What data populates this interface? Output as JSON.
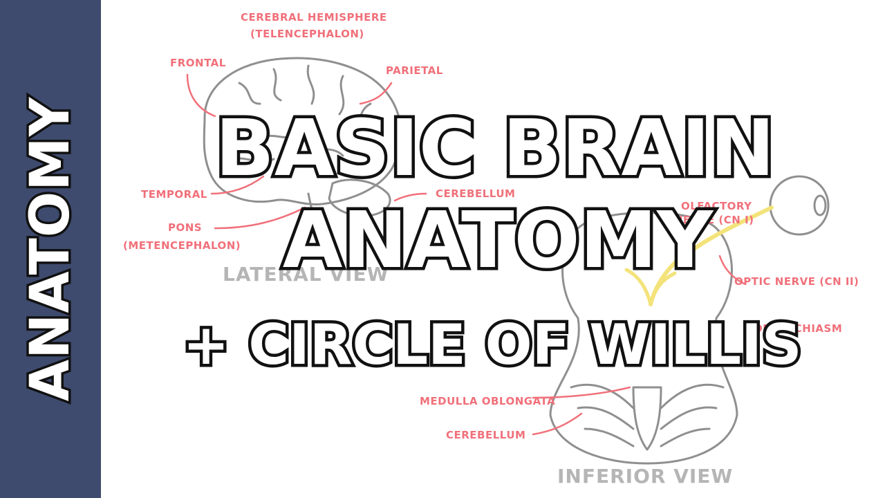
{
  "sidebar": {
    "label": "ANATOMY"
  },
  "title": {
    "line1": "BASIC BRAIN",
    "line2": "ANATOMY",
    "line3": "+ CIRCLE OF WILLIS"
  },
  "annotations": {
    "cerebral_hemisphere": "CEREBRAL HEMISPHERE",
    "telencephalon": "(TELENCEPHALON)",
    "frontal": "FRONTAL",
    "parietal": "PARIETAL",
    "temporal": "TEMPORAL",
    "cerebellum_lateral": "CEREBELLUM",
    "pons": "PONS",
    "metencephalon": "(METENCEPHALON)",
    "olfactory_partial": "OLFACTORY",
    "olfactory_nerve_partial": "NERVE (CN I)",
    "optic_nerve": "OPTIC NERVE (CN II)",
    "optic_chiasm_partial": "OPTIC CHIASM",
    "medulla": "MEDULLA OBLONGATA",
    "cerebellum_inferior": "CEREBELLUM"
  },
  "views": {
    "lateral": "LATERAL VIEW",
    "inferior": "INFERIOR VIEW"
  },
  "colors": {
    "sidebar": "#3e4b6e",
    "annotation": "#f0707a",
    "sketch_line": "#9a9a9a",
    "nerve": "#f3e37a"
  }
}
